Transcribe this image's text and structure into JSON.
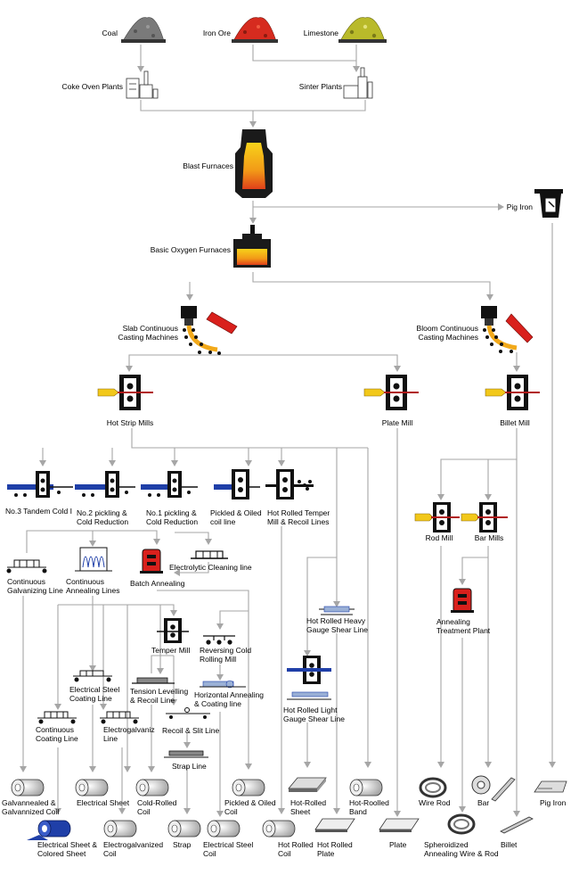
{
  "colors": {
    "line": "#a6a6a6",
    "coal": "#7a7a7a",
    "ore": "#d62b1f",
    "limestone": "#b9ba2a",
    "hot_metal": "#f2a91a",
    "slab_red": "#d9201c",
    "mill_blue": "#1f3fa8",
    "black": "#000000"
  },
  "nodes": [
    {
      "id": "coal",
      "label": "Coal"
    },
    {
      "id": "iron-ore",
      "label": "Iron Ore"
    },
    {
      "id": "limestone",
      "label": "Limestone"
    },
    {
      "id": "coke-oven-plants",
      "label": "Coke Oven Plants"
    },
    {
      "id": "sinter-plants",
      "label": "Sinter Plants"
    },
    {
      "id": "blast-furnaces",
      "label": "Blast Furnaces"
    },
    {
      "id": "pig-iron-top",
      "label": "Pig Iron"
    },
    {
      "id": "basic-oxygen-furnaces",
      "label": "Basic Oxygen Furnaces"
    },
    {
      "id": "slab-casting",
      "label": "Slab Continuous|Casting Machines"
    },
    {
      "id": "bloom-casting",
      "label": "Bloom Continuous|Casting Machines"
    },
    {
      "id": "hot-strip-mills",
      "label": "Hot Strip Mills"
    },
    {
      "id": "plate-mill",
      "label": "Plate Mill"
    },
    {
      "id": "billet-mill",
      "label": "Billet Mill"
    },
    {
      "id": "no3-tandem",
      "label": "No.3 Tandem Cold I"
    },
    {
      "id": "no2-pickling",
      "label": "No.2 pickling &|Cold Reduction"
    },
    {
      "id": "no1-pickling",
      "label": "No.1 pickling &|Cold Reduction"
    },
    {
      "id": "pickled-oiled-line",
      "label": "Pickled & Oiled|coil line"
    },
    {
      "id": "hot-rolled-temper",
      "label": "Hot Rolled Temper|Mill & Recoil Lines"
    },
    {
      "id": "rod-mill",
      "label": "Rod Mill"
    },
    {
      "id": "bar-mills",
      "label": "Bar Mills"
    },
    {
      "id": "continuous-galvanizing",
      "label": "Continuous|Galvanizing Line"
    },
    {
      "id": "continuous-annealing",
      "label": "Continuous|Annealing Lines"
    },
    {
      "id": "electrolytic-cleaning",
      "label": "Electrolytic Cleaning line"
    },
    {
      "id": "batch-annealing",
      "label": "Batch Annealing"
    },
    {
      "id": "hr-heavy-shear",
      "label": "Hot Rolled Heavy|Gauge Shear Line"
    },
    {
      "id": "annealing-treatment",
      "label": "Annealing|Treatment Plant"
    },
    {
      "id": "temper-mill",
      "label": "Temper Mill"
    },
    {
      "id": "reversing-cold",
      "label": "Reversing Cold|Rolling Mill"
    },
    {
      "id": "electrical-steel-coating",
      "label": "Electrical Steel|Coating Line"
    },
    {
      "id": "tension-levelling",
      "label": "Tension Levelling|& Recoil Line"
    },
    {
      "id": "horizontal-annealing",
      "label": "Horizontal Annealing|& Coating line"
    },
    {
      "id": "hr-light-shear",
      "label": "Hot Rolled Light|Gauge Shear Line"
    },
    {
      "id": "continuous-coating",
      "label": "Continuous|Coating Line"
    },
    {
      "id": "electrogalvaniz-line",
      "label": "Electrogalvaniz|Line"
    },
    {
      "id": "recoil-slit",
      "label": "Recoil & Slit Line"
    },
    {
      "id": "strap-line",
      "label": "Strap Line"
    }
  ],
  "products_row1": [
    {
      "id": "galvannealed-coil",
      "label": "Galvannealed &|Galvannized Coil"
    },
    {
      "id": "electrical-sheet",
      "label": "Electrical Sheet"
    },
    {
      "id": "cold-rolled-coil",
      "label": "Cold-Rolled|Coil"
    },
    {
      "id": "pickled-oiled-coil",
      "label": "Pickled & Oiled|Coil"
    },
    {
      "id": "hot-rolled-sheet",
      "label": "Hot-Rolled|Sheet"
    },
    {
      "id": "hot-roolled-band",
      "label": "Hot-Roolled|Band"
    },
    {
      "id": "wire-rod",
      "label": "Wire Rod"
    },
    {
      "id": "bar",
      "label": "Bar"
    },
    {
      "id": "pig-iron",
      "label": "Pig Iron"
    }
  ],
  "products_row2": [
    {
      "id": "electrical-colored-sheet",
      "label": "Electrical Sheet &|Colored Sheet"
    },
    {
      "id": "electrogalvanized-coil",
      "label": "Electrogalvanized|Coil"
    },
    {
      "id": "strap",
      "label": "Strap"
    },
    {
      "id": "electrical-steel-coil",
      "label": "Electrical Steel|Coil"
    },
    {
      "id": "hot-rolled-coil",
      "label": "Hot Rolled|Coil"
    },
    {
      "id": "hot-rolled-plate",
      "label": "Hot Rolled|Plate"
    },
    {
      "id": "plate",
      "label": "Plate"
    },
    {
      "id": "spheroidized-wire",
      "label": "Spheroidized|Annealing Wire & Rod"
    },
    {
      "id": "billet",
      "label": "Billet"
    }
  ]
}
